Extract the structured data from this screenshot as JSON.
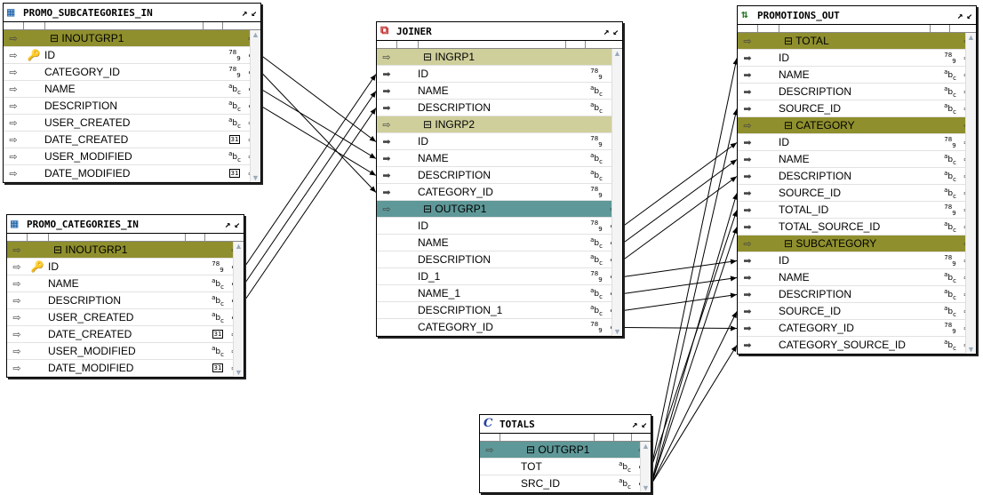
{
  "operators": {
    "subcat": {
      "title": "PROMO_SUBCATEGORIES_IN",
      "icon": "table-icon",
      "groups": [
        {
          "name": "INOUTGRP1",
          "style": "olive",
          "attrs": [
            {
              "name": "ID",
              "key": true,
              "type": "789"
            },
            {
              "name": "CATEGORY_ID",
              "type": "789"
            },
            {
              "name": "NAME",
              "type": "abc"
            },
            {
              "name": "DESCRIPTION",
              "type": "abc"
            },
            {
              "name": "USER_CREATED",
              "type": "abc"
            },
            {
              "name": "DATE_CREATED",
              "type": "31"
            },
            {
              "name": "USER_MODIFIED",
              "type": "abc"
            },
            {
              "name": "DATE_MODIFIED",
              "type": "31"
            }
          ]
        }
      ]
    },
    "cat": {
      "title": "PROMO_CATEGORIES_IN",
      "icon": "table-icon",
      "groups": [
        {
          "name": "INOUTGRP1",
          "style": "olive",
          "attrs": [
            {
              "name": "ID",
              "key": true,
              "type": "789"
            },
            {
              "name": "NAME",
              "type": "abc"
            },
            {
              "name": "DESCRIPTION",
              "type": "abc"
            },
            {
              "name": "USER_CREATED",
              "type": "abc"
            },
            {
              "name": "DATE_CREATED",
              "type": "31"
            },
            {
              "name": "USER_MODIFIED",
              "type": "abc"
            },
            {
              "name": "DATE_MODIFIED",
              "type": "31"
            }
          ]
        }
      ]
    },
    "joiner": {
      "title": "JOINER",
      "icon": "joiner-icon",
      "groups": [
        {
          "name": "INGRP1",
          "style": "tan",
          "attrs": [
            {
              "name": "ID",
              "type": "789"
            },
            {
              "name": "NAME",
              "type": "abc"
            },
            {
              "name": "DESCRIPTION",
              "type": "abc"
            }
          ]
        },
        {
          "name": "INGRP2",
          "style": "tan",
          "attrs": [
            {
              "name": "ID",
              "type": "789"
            },
            {
              "name": "NAME",
              "type": "abc"
            },
            {
              "name": "DESCRIPTION",
              "type": "abc"
            },
            {
              "name": "CATEGORY_ID",
              "type": "789"
            }
          ]
        },
        {
          "name": "OUTGRP1",
          "style": "teal",
          "attrs": [
            {
              "name": "ID",
              "type": "789"
            },
            {
              "name": "NAME",
              "type": "abc"
            },
            {
              "name": "DESCRIPTION",
              "type": "abc"
            },
            {
              "name": "ID_1",
              "type": "789"
            },
            {
              "name": "NAME_1",
              "type": "abc"
            },
            {
              "name": "DESCRIPTION_1",
              "type": "abc"
            },
            {
              "name": "CATEGORY_ID",
              "type": "789"
            }
          ]
        }
      ]
    },
    "promo": {
      "title": "PROMOTIONS_OUT",
      "icon": "flow-icon",
      "groups": [
        {
          "name": "TOTAL",
          "style": "olive",
          "attrs": [
            {
              "name": "ID",
              "type": "789"
            },
            {
              "name": "NAME",
              "type": "abc"
            },
            {
              "name": "DESCRIPTION",
              "type": "abc"
            },
            {
              "name": "SOURCE_ID",
              "type": "abc"
            }
          ]
        },
        {
          "name": "CATEGORY",
          "style": "olive",
          "attrs": [
            {
              "name": "ID",
              "type": "789"
            },
            {
              "name": "NAME",
              "type": "abc"
            },
            {
              "name": "DESCRIPTION",
              "type": "abc"
            },
            {
              "name": "SOURCE_ID",
              "type": "abc"
            },
            {
              "name": "TOTAL_ID",
              "type": "789"
            },
            {
              "name": "TOTAL_SOURCE_ID",
              "type": "abc"
            }
          ]
        },
        {
          "name": "SUBCATEGORY",
          "style": "olive",
          "attrs": [
            {
              "name": "ID",
              "type": "789"
            },
            {
              "name": "NAME",
              "type": "abc"
            },
            {
              "name": "DESCRIPTION",
              "type": "abc"
            },
            {
              "name": "SOURCE_ID",
              "type": "abc"
            },
            {
              "name": "CATEGORY_ID",
              "type": "789"
            },
            {
              "name": "CATEGORY_SOURCE_ID",
              "type": "abc"
            }
          ]
        }
      ]
    },
    "totals": {
      "title": "TOTALS",
      "icon": "constant-icon",
      "groups": [
        {
          "name": "OUTGRP1",
          "style": "teal",
          "attrs": [
            {
              "name": "TOT",
              "type": "abc"
            },
            {
              "name": "SRC_ID",
              "type": "abc"
            }
          ]
        }
      ]
    }
  },
  "icons": {
    "table-icon": "▦",
    "joiner-icon": "⧉",
    "flow-icon": "⇅",
    "constant-icon": "C",
    "key-icon": "🔑",
    "maximize-icon": "↗",
    "minimize-icon": "↙",
    "in-arrow": "⇨",
    "out-arrow": "➡",
    "group-collapse": "⊟"
  },
  "type_glyphs": {
    "789": "789",
    "abc": "abc",
    "31": "31"
  },
  "colors": {
    "olive": "#8f8f2e",
    "tan": "#cfcf9c",
    "teal": "#5f9898",
    "wire": "#000000"
  }
}
